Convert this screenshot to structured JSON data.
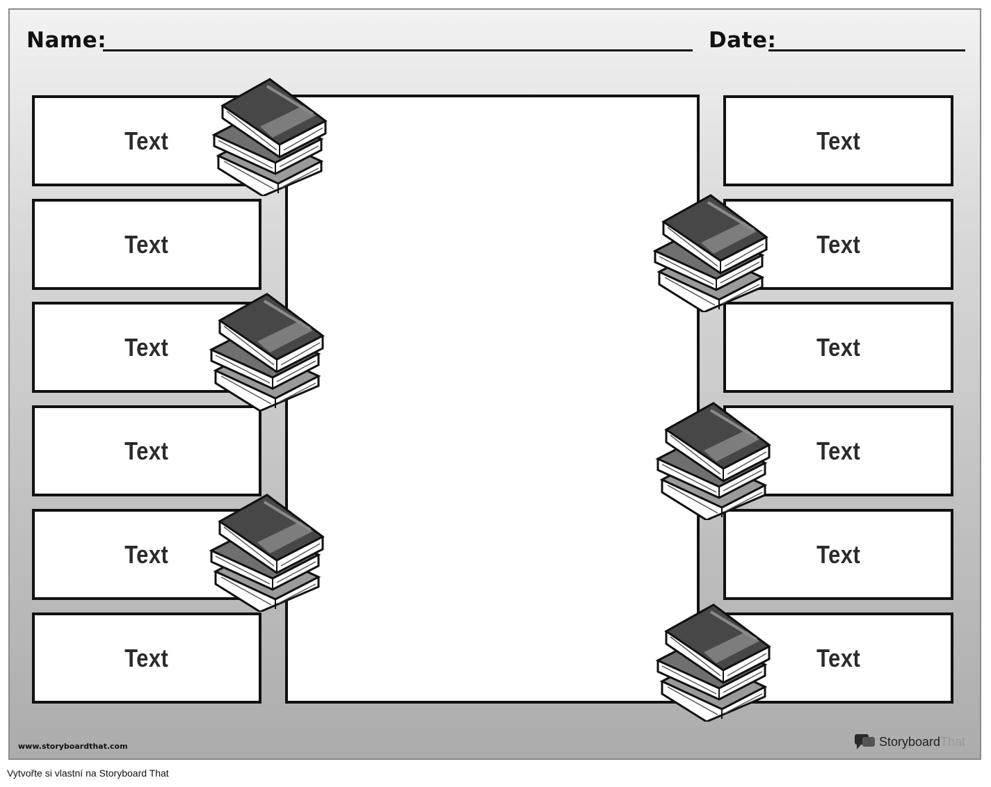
{
  "header": {
    "name_label": "Name:",
    "date_label": "Date:"
  },
  "left_boxes": [
    "Text",
    "Text",
    "Text",
    "Text",
    "Text",
    "Text"
  ],
  "right_boxes": [
    "Text",
    "Text",
    "Text",
    "Text",
    "Text",
    "Text"
  ],
  "footer": {
    "url": "www.storyboardthat.com",
    "brand_name": "Storyboard",
    "brand_suffix": "That"
  },
  "caption": "Vytvořte si vlastní na Storyboard That",
  "icons": {
    "decoration": "book-stack-icon",
    "brand": "storyboardthat-logo-icon"
  }
}
